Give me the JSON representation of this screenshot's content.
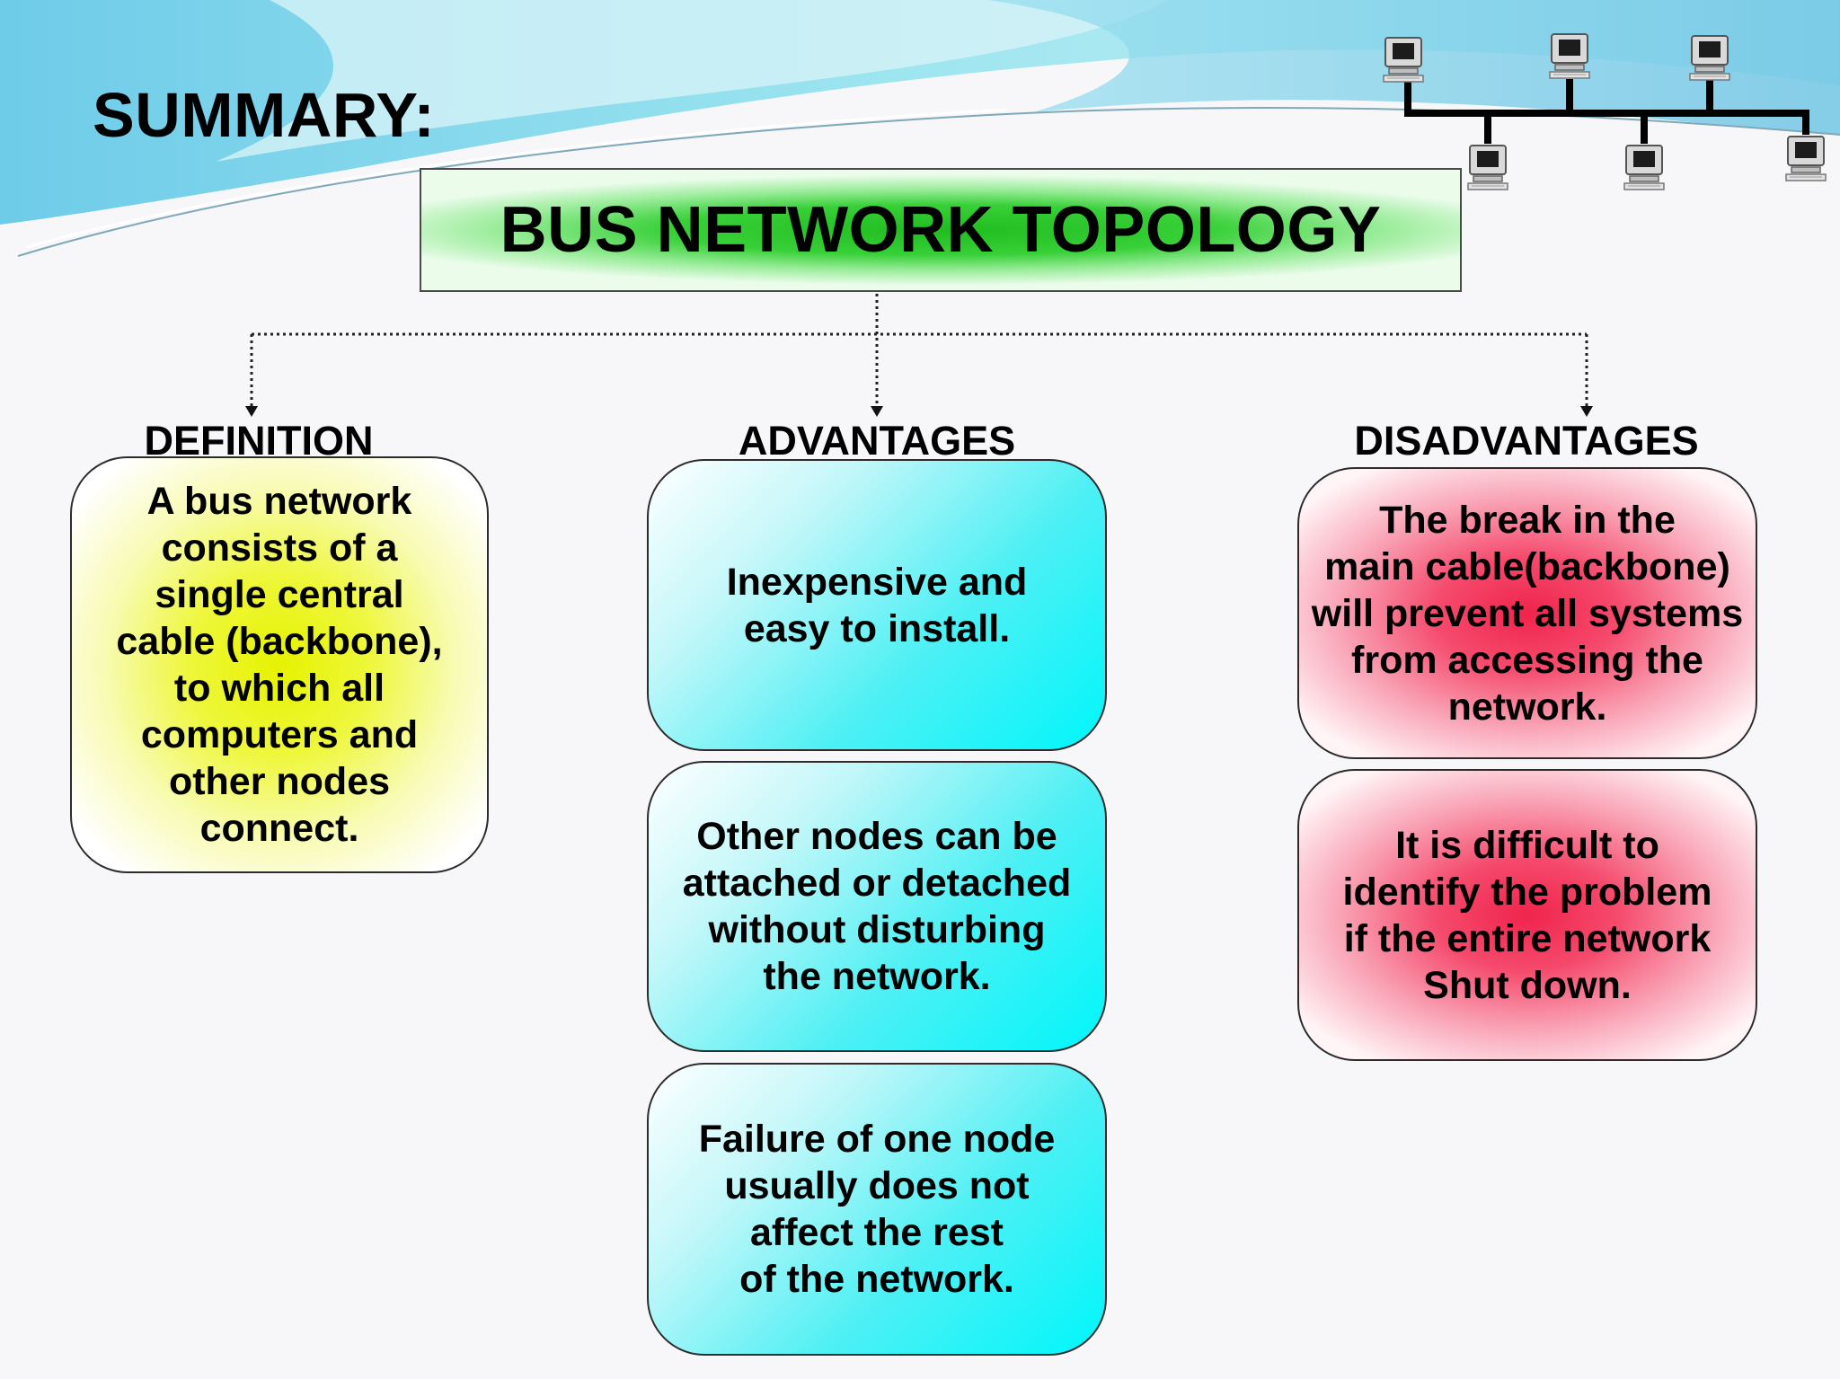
{
  "slide": {
    "title": "SUMMARY:",
    "topic": "BUS NETWORK TOPOLOGY",
    "columns": {
      "definition": {
        "heading": "DEFINITION",
        "items": [
          "A bus network\nconsists of a\nsingle central\ncable (backbone),\nto which all\ncomputers and\nother nodes\nconnect."
        ]
      },
      "advantages": {
        "heading": "ADVANTAGES",
        "items": [
          "Inexpensive and\neasy to install.",
          "Other nodes can be\nattached or detached\nwithout disturbing\nthe network.",
          "Failure of one node\nusually does not\naffect the rest\nof the network."
        ]
      },
      "disadvantages": {
        "heading": "DISADVANTAGES",
        "items": [
          "The break in the\nmain cable(backbone)\nwill prevent all systems\nfrom accessing the\nnetwork.",
          "It is difficult to\nidentify the problem\nif the entire network\nShut down."
        ]
      }
    }
  },
  "colors": {
    "definition_fill": "#e6f200",
    "advantages_fill": "#00f6fb",
    "disadvantages_fill": "#f0244d",
    "topic_fill": "#1fbd1f",
    "header_wave": "#7fd3ec"
  },
  "icons": [
    "computer-icon"
  ]
}
